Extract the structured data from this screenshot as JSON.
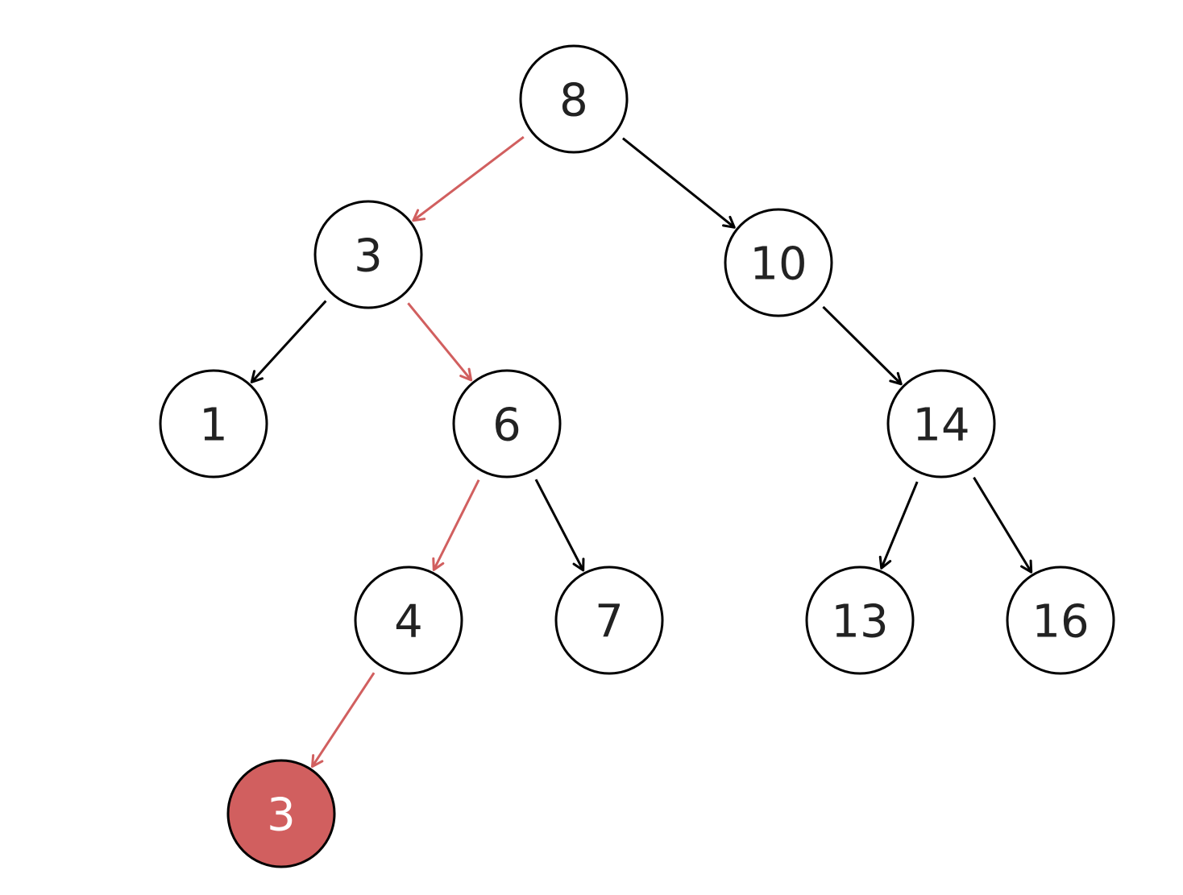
{
  "colors": {
    "edge_default": "#000000",
    "edge_highlight": "#d15f5f",
    "node_highlight_fill": "#d15f5f",
    "node_highlight_text": "#ffffff",
    "node_default_text": "#222222"
  },
  "nodes": [
    {
      "id": "n8",
      "label": "8"
    },
    {
      "id": "n3",
      "label": "3"
    },
    {
      "id": "n10",
      "label": "10"
    },
    {
      "id": "n1",
      "label": "1"
    },
    {
      "id": "n6",
      "label": "6"
    },
    {
      "id": "n14",
      "label": "14"
    },
    {
      "id": "n4",
      "label": "4"
    },
    {
      "id": "n7",
      "label": "7"
    },
    {
      "id": "n13",
      "label": "13"
    },
    {
      "id": "n16",
      "label": "16"
    },
    {
      "id": "new3",
      "label": "3",
      "highlighted": true
    }
  ],
  "edges": [
    {
      "from": "n8",
      "to": "n3",
      "highlighted": true
    },
    {
      "from": "n8",
      "to": "n10",
      "highlighted": false
    },
    {
      "from": "n3",
      "to": "n1",
      "highlighted": false
    },
    {
      "from": "n3",
      "to": "n6",
      "highlighted": true
    },
    {
      "from": "n10",
      "to": "n14",
      "highlighted": false
    },
    {
      "from": "n6",
      "to": "n4",
      "highlighted": true
    },
    {
      "from": "n6",
      "to": "n7",
      "highlighted": false
    },
    {
      "from": "n14",
      "to": "n13",
      "highlighted": false
    },
    {
      "from": "n14",
      "to": "n16",
      "highlighted": false
    },
    {
      "from": "n4",
      "to": "new3",
      "highlighted": true
    }
  ]
}
